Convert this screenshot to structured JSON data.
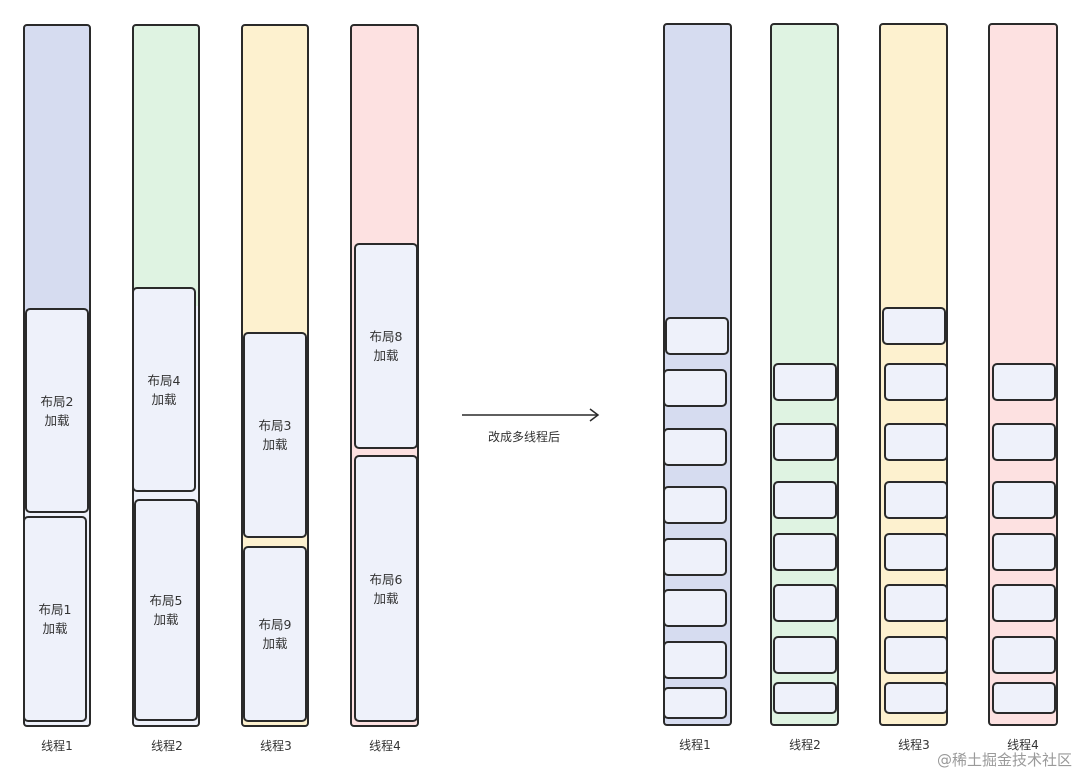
{
  "colors": {
    "thread1": "#d6dcf0",
    "thread2": "#dff3e2",
    "thread3": "#fdf1cf",
    "thread4": "#fde1e1",
    "box_fill": "#eef1fa",
    "stroke": "#2a2a2a"
  },
  "before": {
    "threads": [
      {
        "label": "线程1",
        "tasks": [
          "布局2\n加载",
          "布局1\n加载"
        ]
      },
      {
        "label": "线程2",
        "tasks": [
          "布局4\n加载",
          "布局5\n加载"
        ]
      },
      {
        "label": "线程3",
        "tasks": [
          "布局3\n加载",
          "布局9\n加载"
        ]
      },
      {
        "label": "线程4",
        "tasks": [
          "布局8\n加载",
          "布局6\n加载"
        ]
      }
    ]
  },
  "transition": {
    "caption": "改成多线程后",
    "icon": "arrow-right-icon"
  },
  "after": {
    "threads": [
      {
        "label": "线程1",
        "task_count": 8
      },
      {
        "label": "线程2",
        "task_count": 7
      },
      {
        "label": "线程3",
        "task_count": 8
      },
      {
        "label": "线程4",
        "task_count": 7
      }
    ]
  },
  "watermark": "@稀土掘金技术社区"
}
